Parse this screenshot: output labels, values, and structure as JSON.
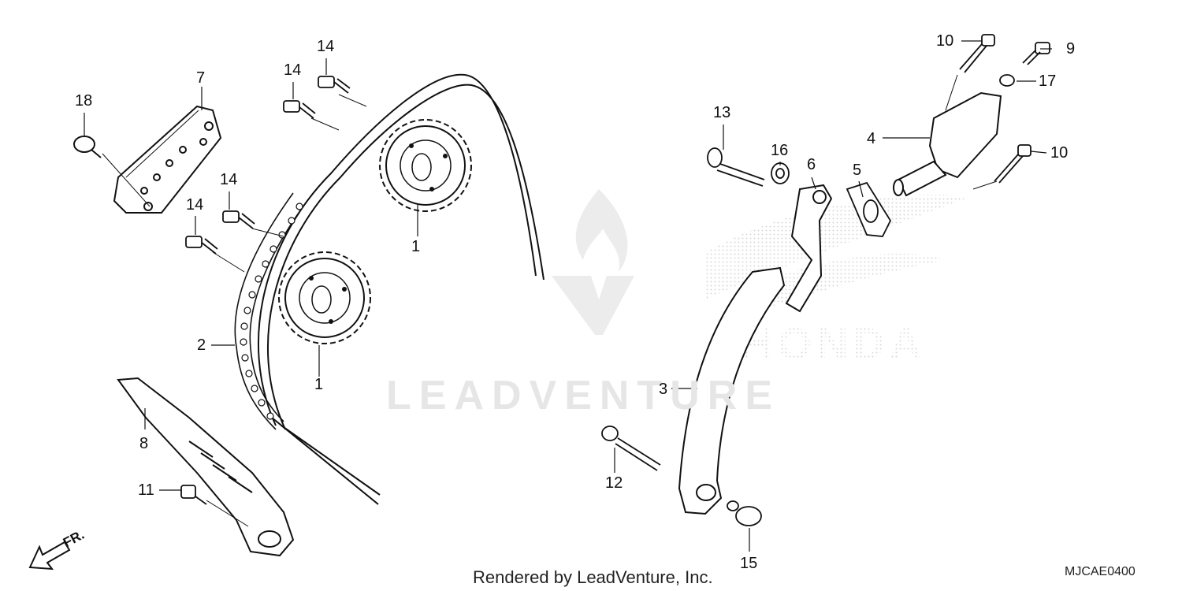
{
  "callouts": [
    "1",
    "1",
    "2",
    "3",
    "4",
    "5",
    "6",
    "7",
    "8",
    "9",
    "10",
    "10",
    "11",
    "12",
    "13",
    "14",
    "14",
    "14",
    "14",
    "15",
    "16",
    "17",
    "18"
  ],
  "watermark": {
    "text": "LEADVENTURE",
    "brand": "HONDA"
  },
  "direction": "FR.",
  "footer": "Rendered by LeadVenture, Inc.",
  "diagram_code": "MJCAE0400",
  "colors": {
    "line": "#111111",
    "watermark": "#e6e6e6",
    "dots": "#d6d6d6"
  }
}
